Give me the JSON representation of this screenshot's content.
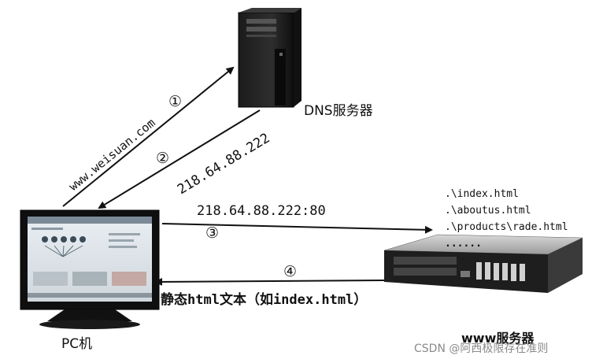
{
  "dns_server": {
    "label": "DNS服务器"
  },
  "pc": {
    "label": "PC机"
  },
  "web_server": {
    "label": "www服务器",
    "files": [
      ".\\index.html",
      ".\\aboutus.html",
      ".\\products\\rade.html",
      "......"
    ]
  },
  "steps": [
    {
      "num": "①",
      "text": "www.weisuan.com"
    },
    {
      "num": "②",
      "text": "218.64.88.222"
    },
    {
      "num": "③",
      "text": "218.64.88.222:80"
    },
    {
      "num": "④",
      "text": "静态html文本（如index.html）"
    }
  ],
  "watermark": "CSDN @阿西极限存在准则"
}
